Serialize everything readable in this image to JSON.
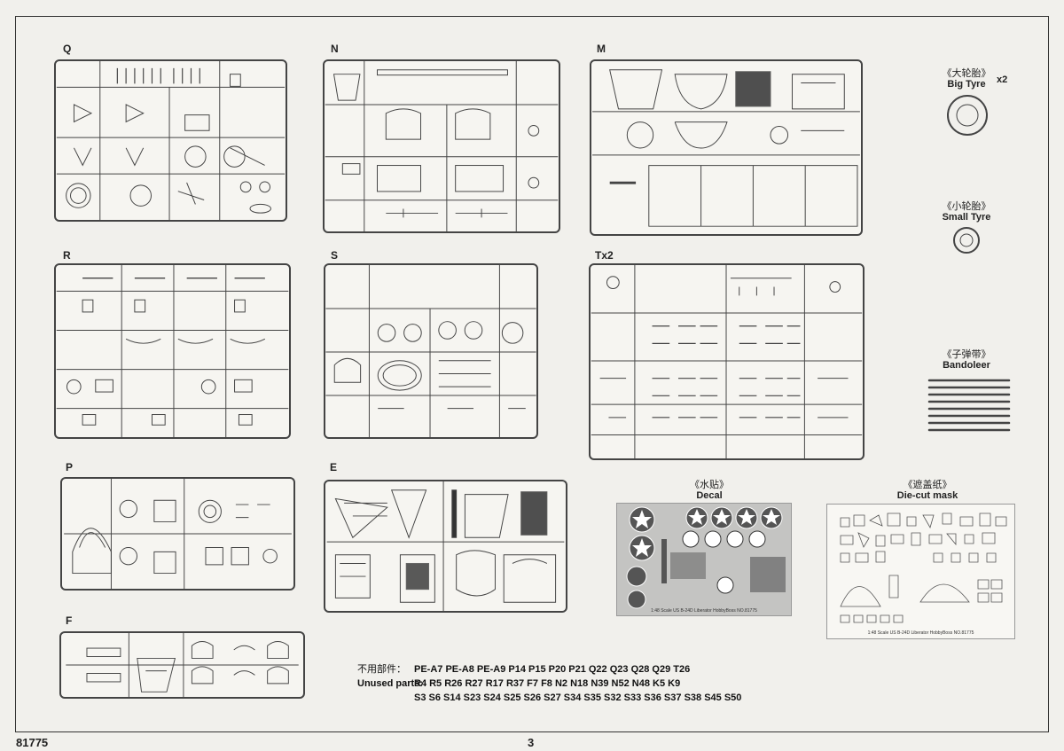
{
  "sprues": [
    {
      "letter": "Q"
    },
    {
      "letter": "N"
    },
    {
      "letter": "M"
    },
    {
      "letter": "R"
    },
    {
      "letter": "S"
    },
    {
      "letter": "Tx2"
    },
    {
      "letter": "P"
    },
    {
      "letter": "E"
    },
    {
      "letter": "F"
    }
  ],
  "extras": {
    "big_tyre": {
      "cn": "《大轮胎》",
      "en": "Big Tyre",
      "qty": "x2"
    },
    "small_tyre": {
      "cn": "《小轮胎》",
      "en": "Small Tyre"
    },
    "bandoleer": {
      "cn": "《子弹带》",
      "en": "Bandoleer"
    },
    "decal": {
      "cn": "《水贴》",
      "en": "Decal",
      "footer": "1:48 Scale US B-24D Liberator HobbyBoss NO.81775"
    },
    "mask": {
      "cn": "《遮盖纸》",
      "en": "Die-cut mask",
      "footer": "1:48 Scale  US B-24D Liberator  HobbyBoss NO.81775"
    }
  },
  "unused": {
    "cn_label": "不用部件：",
    "en_label": "Unused parts:",
    "line1": "PE-A7 PE-A8 PE-A9 P14 P15 P20 P21 Q22 Q23 Q28 Q29 T26",
    "line2": "R4 R5 R26 R27 R17 R37 F7 F8 N2 N18 N39 N52 N48 K5 K9",
    "line3": "S3 S6 S14 S23 S24 S25 S26 S27 S34 S35 S32 S33 S36 S37 S38 S45 S50"
  },
  "footer": {
    "code": "81775",
    "page": "3"
  },
  "colors": {
    "ink": "#333333",
    "decal_bg": "#c4c4c2",
    "paper": "#f1f0ec"
  }
}
